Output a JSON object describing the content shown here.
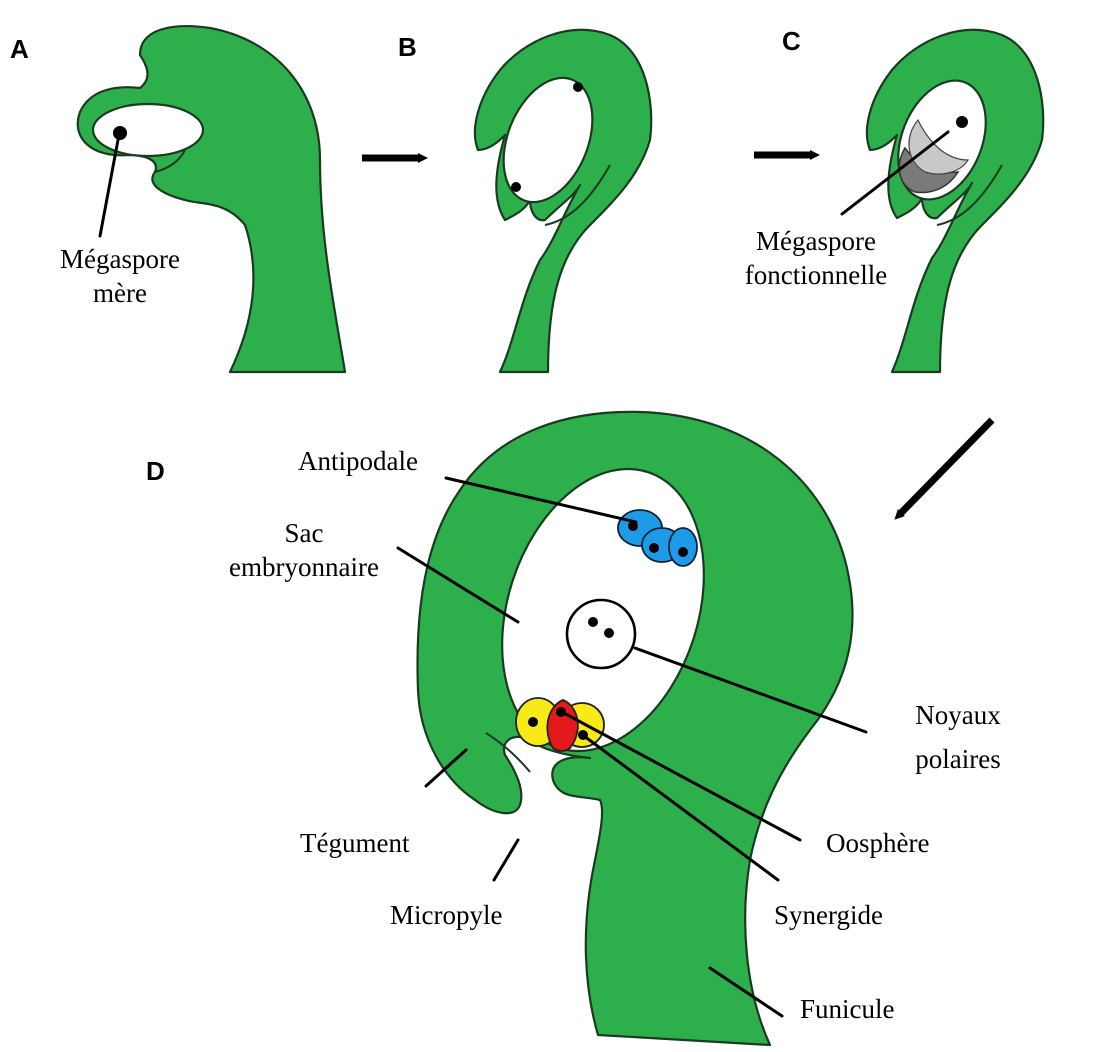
{
  "panels": {
    "a": "A",
    "b": "B",
    "c": "C",
    "d": "D"
  },
  "labels": {
    "megaspore_mere_1": "Mégaspore",
    "megaspore_mere_2": "mère",
    "megaspore_fonct_1": "Mégaspore",
    "megaspore_fonct_2": "fonctionnelle",
    "antipodale": "Antipodale",
    "sac_1": "Sac",
    "sac_2": "embryonnaire",
    "noyaux_1": "Noyaux",
    "noyaux_2": "polaires",
    "tegument": "Tégument",
    "micropyle": "Micropyle",
    "oosphere": "Oosphère",
    "synergide": "Synergide",
    "funicule": "Funicule"
  },
  "colors": {
    "tissue": "#2db04b",
    "antipodal": "#1e9be8",
    "synergid": "#f7ea17",
    "egg": "#e3191c",
    "outline": "#1a3a22"
  }
}
